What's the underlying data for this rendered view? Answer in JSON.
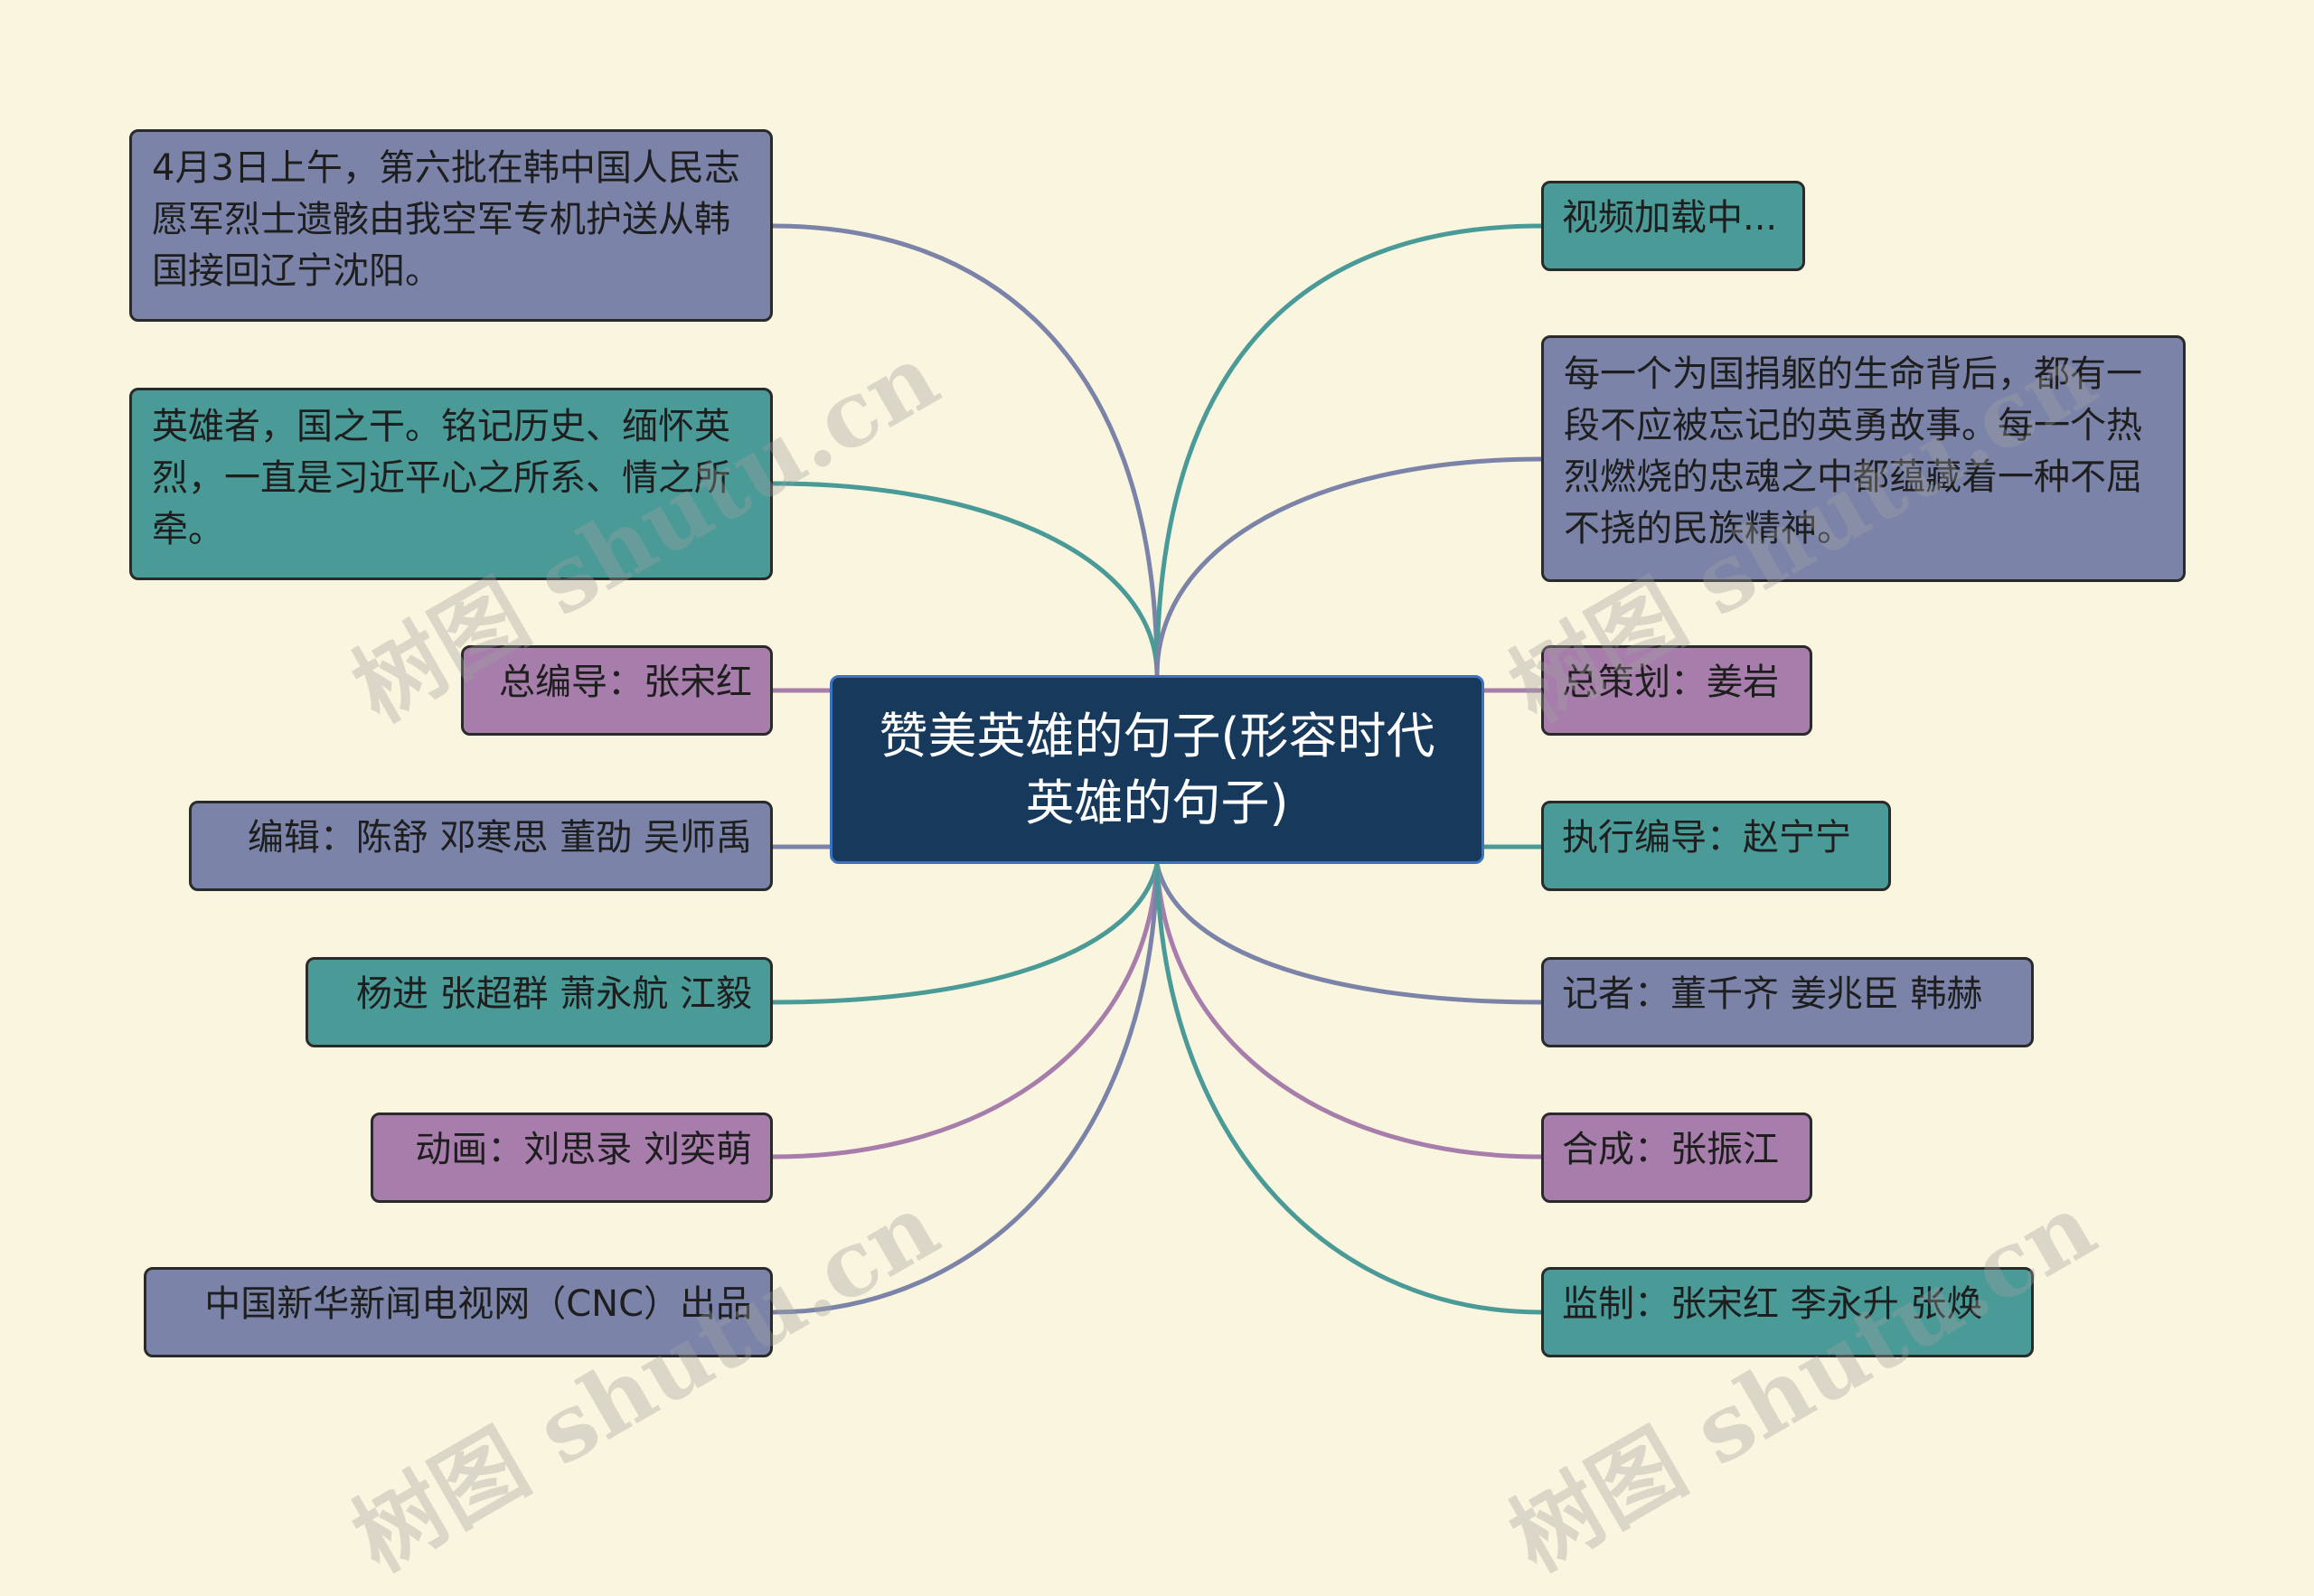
{
  "title": "赞美英雄的句子(形容时代英雄的句子)",
  "colors": {
    "background": "#f9f5df",
    "center_fill": "#173a5c",
    "blue_node": "#7b84a8",
    "teal_node": "#4a9a98",
    "purple_node": "#a77eab",
    "blue_line": "#7b84a8",
    "teal_line": "#4a9a98",
    "purple_line": "#a77eab"
  },
  "left_nodes": [
    {
      "text": "4月3日上午，第六批在韩中国人民志愿军烈士遗骸由我空军专机护送从韩国接回辽宁沈阳。",
      "color": "blue"
    },
    {
      "text": "英雄者，国之干。铭记历史、缅怀英烈，一直是习近平心之所系、情之所牵。",
      "color": "teal"
    },
    {
      "text": "总编导：张宋红",
      "color": "purple"
    },
    {
      "text": "编辑：陈舒 邓寒思 董劭 吴师禹",
      "color": "blue"
    },
    {
      "text": "杨进 张超群 萧永航 江毅",
      "color": "teal"
    },
    {
      "text": "动画：刘思录 刘奕萌",
      "color": "purple"
    },
    {
      "text": "中国新华新闻电视网（CNC）出品",
      "color": "blue"
    }
  ],
  "right_nodes": [
    {
      "text": "视频加载中...",
      "color": "teal"
    },
    {
      "text": "每一个为国捐躯的生命背后，都有一段不应被忘记的英勇故事。每一个热烈燃烧的忠魂之中都蕴藏着一种不屈不挠的民族精神。",
      "color": "blue"
    },
    {
      "text": "总策划：姜岩",
      "color": "purple"
    },
    {
      "text": "执行编导：赵宁宁",
      "color": "teal"
    },
    {
      "text": "记者：董千齐 姜兆臣 韩赫",
      "color": "blue"
    },
    {
      "text": "合成：张振江",
      "color": "purple"
    },
    {
      "text": "监制：张宋红 李永升 张焕",
      "color": "teal"
    }
  ],
  "watermark": "树图 shutu.cn"
}
